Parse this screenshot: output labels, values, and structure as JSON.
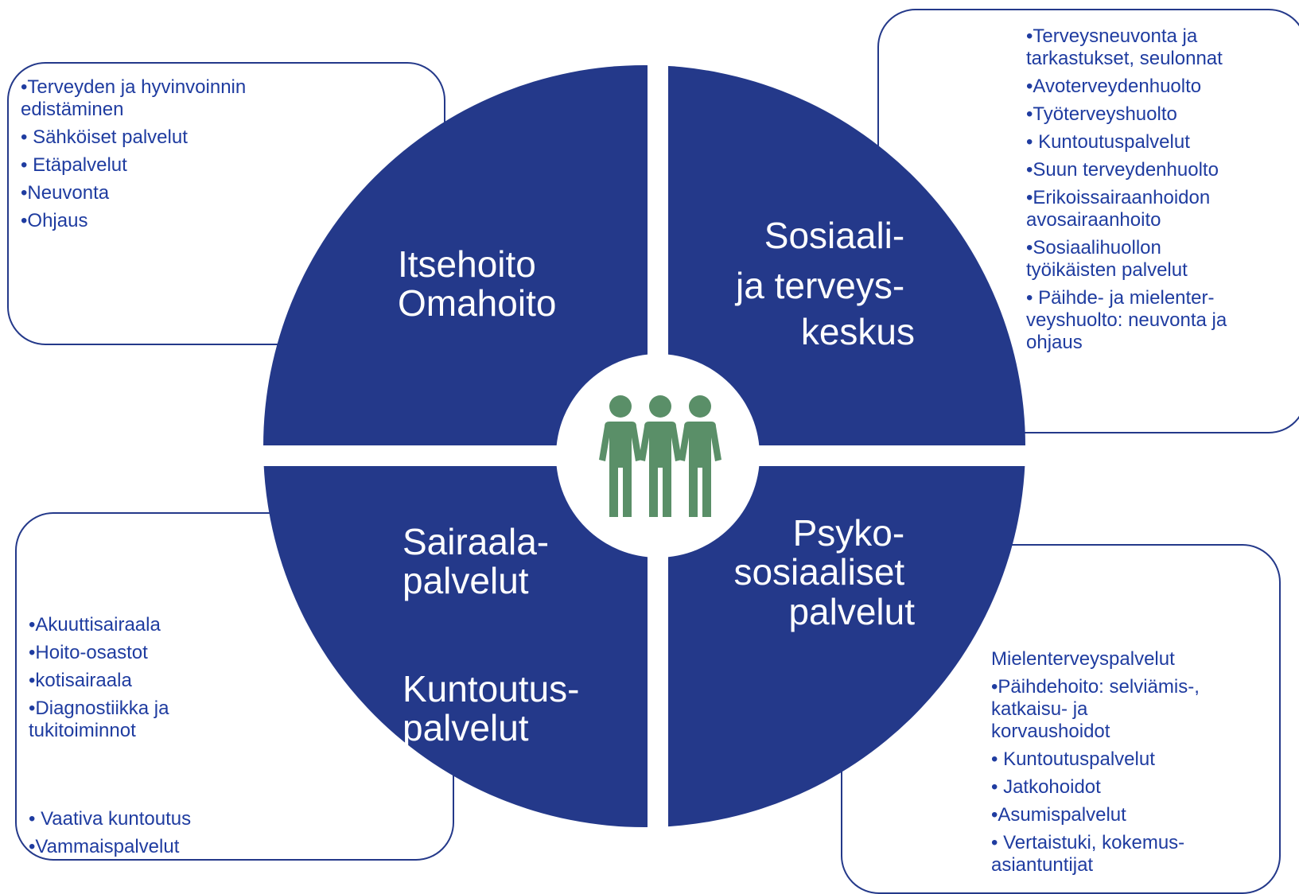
{
  "quadrants": {
    "top_left": {
      "lines": [
        "Itsehoito",
        "Omahoito"
      ]
    },
    "top_right": {
      "lines": [
        "Sosiaali-",
        "ja terveys-",
        "keskus"
      ]
    },
    "bottom_left": {
      "lines": [
        "Sairaala-",
        "palvelut",
        "Kuntoutus-",
        "palvelut"
      ]
    },
    "bottom_right": {
      "lines": [
        "Psyko-",
        "sosiaaliset",
        "palvelut"
      ]
    }
  },
  "center_icon": "people-group-icon",
  "boxes": {
    "top_left": {
      "items": [
        "•Terveyden ja hyvinvoinnin\nedistäminen",
        "• Sähköiset palvelut",
        "• Etäpalvelut",
        "•Neuvonta",
        "•Ohjaus"
      ]
    },
    "top_right": {
      "items": [
        "•Terveysneuvonta ja\ntarkastukset, seulonnat",
        "•Avoterveydenhuolto",
        "•Työterveyshuolto",
        "• Kuntoutuspalvelut",
        "•Suun terveydenhuolto",
        "•Erikoissairaanhoidon\navosairaanhoito",
        "•Sosiaalihuollon\ntyöikäisten palvelut",
        "• Päihde- ja mielenter-\nveyshuolto: neuvonta ja\nohjaus"
      ]
    },
    "bottom_left": {
      "items": [
        "•Akuuttisairaala",
        "•Hoito-osastot",
        "•kotisairaala",
        "•Diagnostiikka ja\ntukitoiminnot"
      ],
      "items2": [
        "• Vaativa kuntoutus",
        "•Vammaispalvelut"
      ]
    },
    "bottom_right": {
      "items": [
        "Mielenterveyspalvelut",
        "•Päihdehoito: selviämis-,\nkatkaisu- ja\nkorvaushoidot",
        "• Kuntoutuspalvelut",
        "• Jatkohoidot",
        "•Asumispalvelut",
        "• Vertaistuki, kokemus-\nasiantuntijat"
      ]
    }
  },
  "colors": {
    "circle": "#24398a",
    "center": "#ffffff",
    "icon": "#5a8f68",
    "box_border": "#24398a",
    "item_text": "#1f3ca0"
  }
}
